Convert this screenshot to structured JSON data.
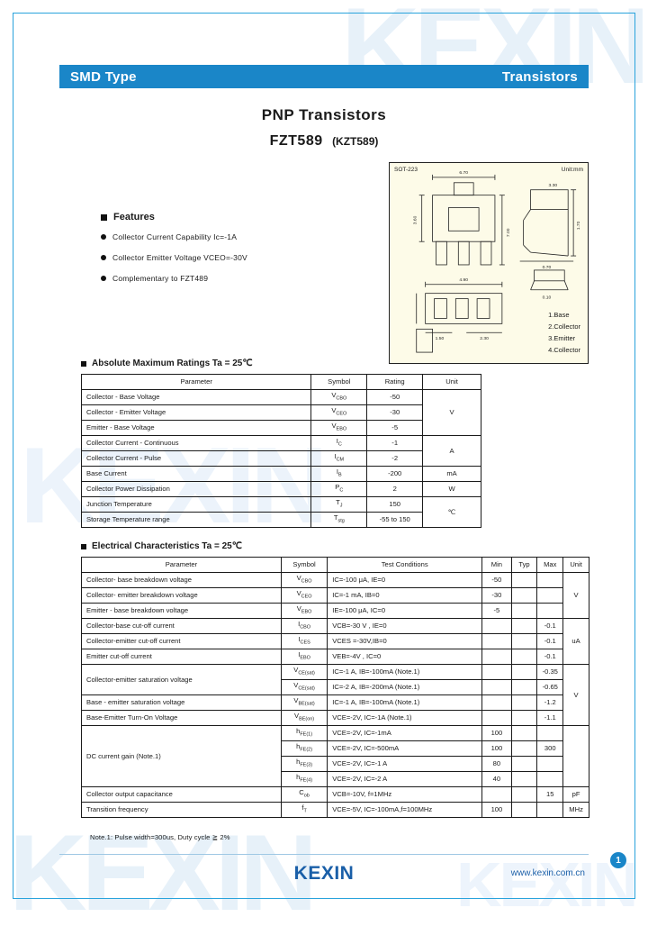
{
  "header": {
    "left": "SMD Type",
    "right": "Transistors",
    "accent": "#1a86c8"
  },
  "titles": {
    "line1": "PNP  Transistors",
    "part": "FZT589",
    "part_alt": "(KZT589)"
  },
  "features": {
    "heading": "Features",
    "items": [
      "Collector Current Capability Ic=-1A",
      "Collector Emitter Voltage VCEO=-30V",
      "Complementary to FZT489"
    ]
  },
  "package": {
    "name": "SOT-223",
    "unit": "Unit:mm",
    "dim_labels": [
      "6.70",
      "7.00",
      "3.60",
      "3.30",
      "1.70",
      "2.30",
      "1.50",
      "0.70",
      "0.10",
      "4.90",
      "1.80"
    ],
    "pins": [
      "1.Base",
      "2.Collector",
      "3.Emitter",
      "4.Collector"
    ]
  },
  "abs": {
    "caption": "Absolute Maximum Ratings Ta = 25℃",
    "columns": [
      "Parameter",
      "Symbol",
      "Rating",
      "Unit"
    ],
    "rows": [
      {
        "p": "Collector - Base Voltage",
        "s": "VCBO",
        "r": "-50",
        "u": "V",
        "span": 3
      },
      {
        "p": "Collector - Emitter Voltage",
        "s": "VCEO",
        "r": "-30"
      },
      {
        "p": "Emitter - Base Voltage",
        "s": "VEBO",
        "r": "-5"
      },
      {
        "p": "Collector Current  - Continuous",
        "s": "IC",
        "r": "-1",
        "u": "A",
        "span": 2
      },
      {
        "p": "Collector Current - Pulse",
        "s": "ICM",
        "r": "-2"
      },
      {
        "p": "Base Current",
        "s": "IB",
        "r": "-200",
        "u": "mA",
        "span": 1
      },
      {
        "p": "Collector Power Dissipation",
        "s": "PC",
        "r": "2",
        "u": "W",
        "span": 1
      },
      {
        "p": "Junction Temperature",
        "s": "TJ",
        "r": "150",
        "u": "℃",
        "span": 2
      },
      {
        "p": "Storage Temperature range",
        "s": "Tstg",
        "r": "-55 to 150"
      }
    ]
  },
  "elec": {
    "caption": "Electrical Characteristics Ta = 25℃",
    "columns": [
      "Parameter",
      "Symbol",
      "Test Conditions",
      "Min",
      "Typ",
      "Max",
      "Unit"
    ],
    "rows": [
      {
        "p": "Collector- base breakdown voltage",
        "s": "VCBO",
        "c": "IC=-100 μA,  IE=0",
        "min": "-50",
        "typ": "",
        "max": "",
        "u": "V",
        "span": 3
      },
      {
        "p": "Collector- emitter breakdown voltage",
        "s": "VCEO",
        "c": "IC=-1 mA,  IB=0",
        "min": "-30",
        "typ": "",
        "max": ""
      },
      {
        "p": "Emitter - base breakdown voltage",
        "s": "VEBO",
        "c": "IE=-100 μA,  IC=0",
        "min": "-5",
        "typ": "",
        "max": ""
      },
      {
        "p": "Collector-base cut-off current",
        "s": "ICBO",
        "c": "VCB=-30 V , IE=0",
        "min": "",
        "typ": "",
        "max": "-0.1",
        "u": "uA",
        "span": 3
      },
      {
        "p": "Collector-emitter cut-off current",
        "s": "ICES",
        "c": "VCES =-30V,IB=0",
        "min": "",
        "typ": "",
        "max": "-0.1"
      },
      {
        "p": "Emitter cut-off current",
        "s": "IEBO",
        "c": "VEB=-4V , IC=0",
        "min": "",
        "typ": "",
        "max": "-0.1"
      },
      {
        "p": "Collector-emitter saturation voltage",
        "s": "VCE(sat)",
        "c": "IC=-1 A, IB=-100mA    (Note.1)",
        "min": "",
        "typ": "",
        "max": "-0.35",
        "u": "V",
        "span": 4
      },
      {
        "p": "",
        "s": "VCE(sat)",
        "c": "IC=-2 A, IB=-200mA    (Note.1)",
        "min": "",
        "typ": "",
        "max": "-0.65"
      },
      {
        "p": "Base - emitter saturation voltage",
        "s": "VBE(sat)",
        "c": "IC=-1 A, IB=-100mA    (Note.1)",
        "min": "",
        "typ": "",
        "max": "-1.2"
      },
      {
        "p": "Base-Emitter Turn-On Voltage",
        "s": "VBE(on)",
        "c": "VCE=-2V, IC=-1A     (Note.1)",
        "min": "",
        "typ": "",
        "max": "-1.1"
      },
      {
        "p": "DC current gain          (Note.1)",
        "s": "hFE(1)",
        "c": "VCE=-2V, IC=-1mA",
        "min": "100",
        "typ": "",
        "max": "",
        "u": "",
        "span": 4
      },
      {
        "p": "",
        "s": "hFE(2)",
        "c": "VCE=-2V, IC=-500mA",
        "min": "100",
        "typ": "",
        "max": "300"
      },
      {
        "p": "",
        "s": "hFE(3)",
        "c": "VCE=-2V, IC=-1 A",
        "min": "80",
        "typ": "",
        "max": ""
      },
      {
        "p": "",
        "s": "hFE(4)",
        "c": "VCE=-2V, IC=-2 A",
        "min": "40",
        "typ": "",
        "max": ""
      },
      {
        "p": "Collector output  capacitance",
        "s": "Cob",
        "c": "VCB=-10V, f=1MHz",
        "min": "",
        "typ": "",
        "max": "15",
        "u": "pF",
        "span": 1
      },
      {
        "p": "Transition frequency",
        "s": "fT",
        "c": "VCE=-5V, IC=-100mA,f=100MHz",
        "min": "100",
        "typ": "",
        "max": "",
        "u": "MHz",
        "span": 1
      }
    ]
  },
  "note": "Note.1: Pulse width=300us, Duty cycle ≧ 2%",
  "footer": {
    "logo": "KEXIN",
    "url": "www.kexin.com.cn",
    "page": "1"
  },
  "watermark": "KEXIN"
}
